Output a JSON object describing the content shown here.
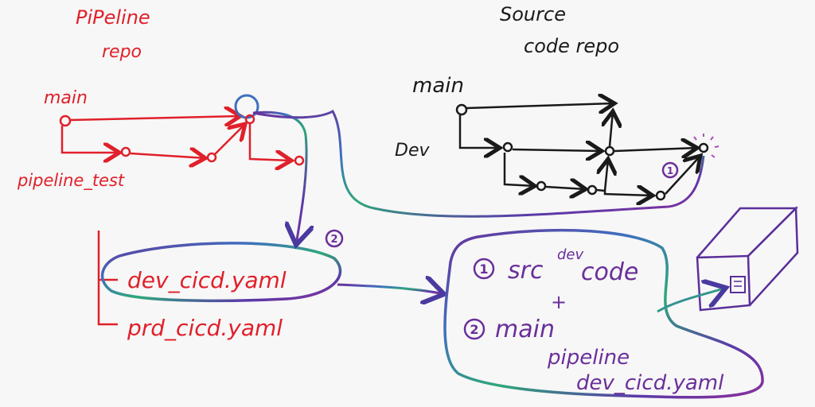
{
  "left": {
    "title_line1": "PiPeline",
    "title_line2": "repo",
    "main_label": "main",
    "test_label": "pipeline_test",
    "file_dev": "dev_cicd.yaml",
    "file_prd": "prd_cicd.yaml",
    "badge": "2"
  },
  "right": {
    "title_line1": "Source",
    "title_line2": "code repo",
    "main_label": "main",
    "dev_label": "Dev",
    "badge": "1"
  },
  "box": {
    "item1_num": "1",
    "item1_text": "src",
    "item1_super": "dev",
    "item1_text2": "code",
    "plus": "+",
    "item2_num": "2",
    "item2_text": "main",
    "item2_line2": "pipeline",
    "item2_line3": "dev_cicd.yaml"
  },
  "colors": {
    "red": "#e0202a",
    "black": "#1a1a1a",
    "purple": "#6a2f9a",
    "blue": "#3f6fbf"
  }
}
